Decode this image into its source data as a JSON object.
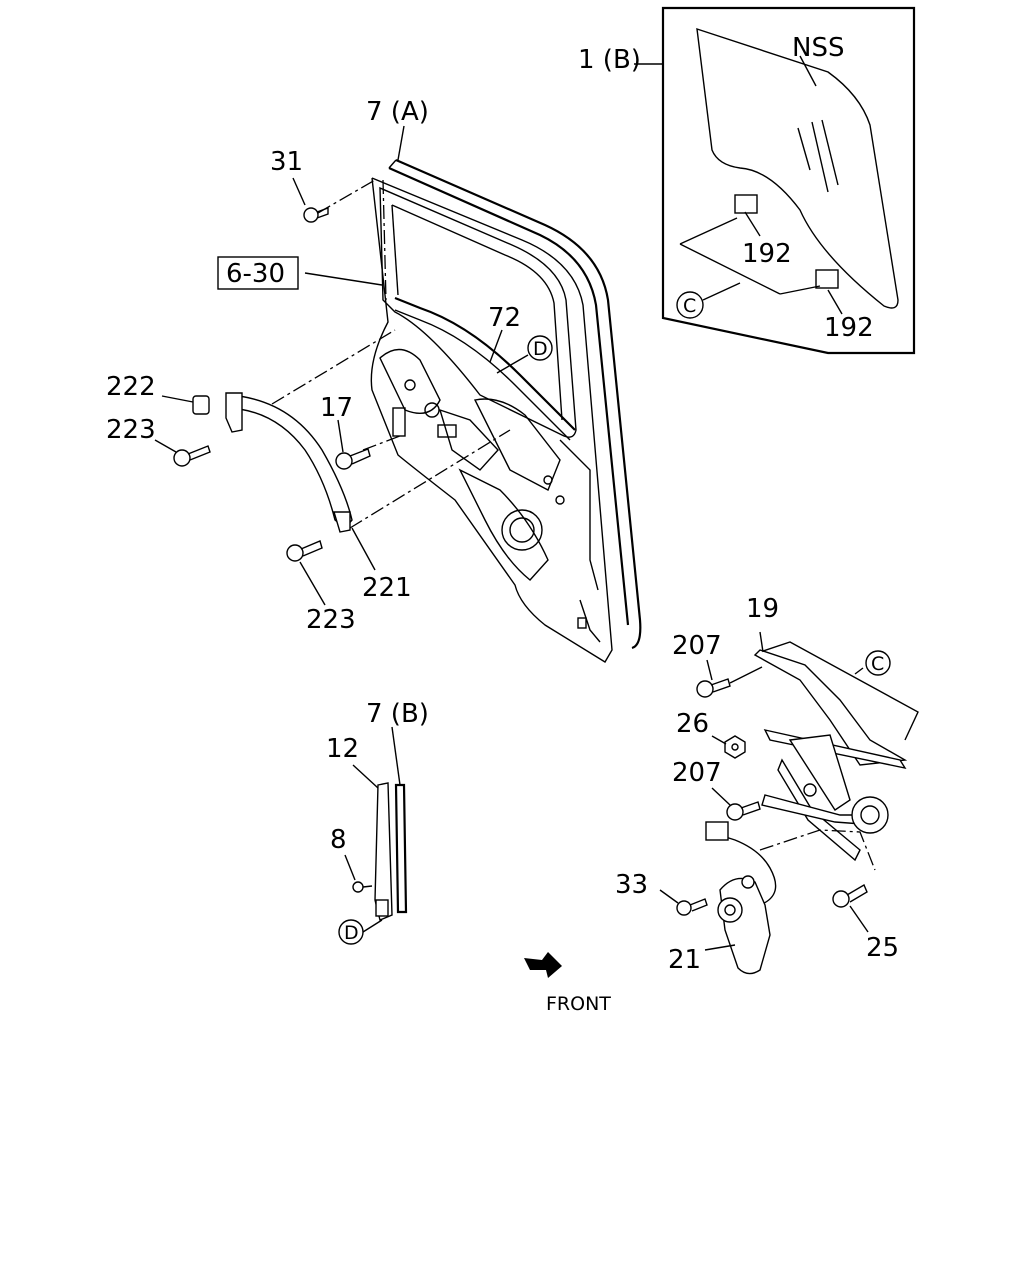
{
  "labels": {
    "p1b": "1 (B)",
    "nss": "NSS",
    "p192a": "192",
    "p192b": "192",
    "c_inset": "C",
    "p7a": "7 (A)",
    "p31": "31",
    "p630": "6-30",
    "p72": "72",
    "d_top": "D",
    "p222": "222",
    "p223a": "223",
    "p17": "17",
    "p221": "221",
    "p223b": "223",
    "p19": "19",
    "p207a": "207",
    "c_reg": "C",
    "p26": "26",
    "p207b": "207",
    "p7b": "7 (B)",
    "p12": "12",
    "p8": "8",
    "d_bot": "D",
    "p33": "33",
    "p21": "21",
    "p25": "25",
    "front": "FRONT"
  }
}
